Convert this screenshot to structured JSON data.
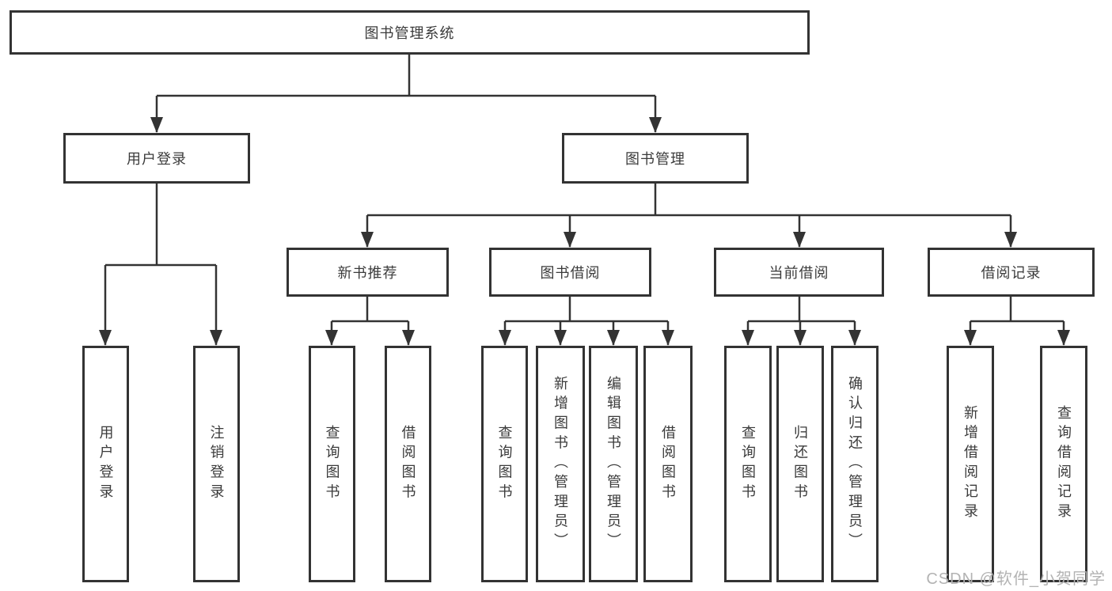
{
  "diagram": {
    "title_node": "图书管理系统",
    "watermark": "CSDN @软件_小贺同学",
    "colors": {
      "line": "#333333",
      "text": "#3b3b3b",
      "watermark": "#b3b3b3",
      "background": "#ffffff"
    },
    "level2": {
      "user_login": "用户登录",
      "book_management": "图书管理"
    },
    "level3": {
      "new_book_recommend": "新书推荐",
      "book_borrow": "图书借阅",
      "current_borrow": "当前借阅",
      "borrow_records": "借阅记录"
    },
    "leaves": {
      "user_login": [
        "用户登录",
        "注销登录"
      ],
      "new_book_recommend": [
        "查询图书",
        "借阅图书"
      ],
      "book_borrow": [
        "查询图书",
        "新增图书（管理员）",
        "编辑图书（管理员）",
        "借阅图书"
      ],
      "current_borrow": [
        "查询图书",
        "归还图书",
        "确认归还（管理员）"
      ],
      "borrow_records": [
        "新增借阅记录",
        "查询借阅记录"
      ]
    }
  }
}
